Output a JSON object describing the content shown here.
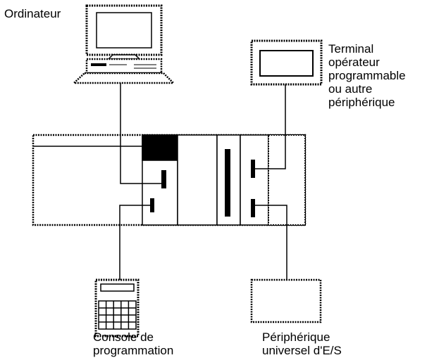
{
  "labels": {
    "computer": "Ordinateur",
    "terminal": [
      "Terminal",
      "opérateur",
      "programmable",
      "ou autre",
      "périphérique"
    ],
    "console": [
      "Console de",
      "programmation"
    ],
    "io_device": [
      "Périphérique",
      "universel d'E/S"
    ]
  },
  "colors": {
    "line": "#000000",
    "fill": "#ffffff",
    "dark_block": "#000000"
  }
}
